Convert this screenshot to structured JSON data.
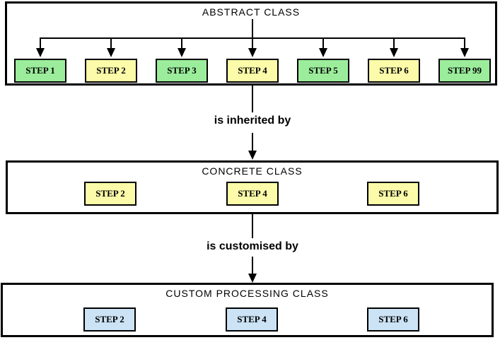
{
  "diagram": {
    "sections": {
      "abstract": {
        "title": "ABSTRACT CLASS",
        "steps": [
          {
            "label": "STEP 1",
            "color": "#9BED9B"
          },
          {
            "label": "STEP 2",
            "color": "#FBFBA9"
          },
          {
            "label": "STEP 3",
            "color": "#9BED9B"
          },
          {
            "label": "STEP 4",
            "color": "#FBFBA9"
          },
          {
            "label": "STEP 5",
            "color": "#9BED9B"
          },
          {
            "label": "STEP 6",
            "color": "#FBFBA9"
          },
          {
            "label": "STEP 99",
            "color": "#9BED9B"
          }
        ]
      },
      "concrete": {
        "title": "CONCRETE CLASS",
        "steps": [
          {
            "label": "STEP 2",
            "color": "#FBFBA9"
          },
          {
            "label": "STEP 4",
            "color": "#FBFBA9"
          },
          {
            "label": "STEP 6",
            "color": "#FBFBA9"
          }
        ]
      },
      "custom": {
        "title": "CUSTOM PROCESSING CLASS",
        "steps": [
          {
            "label": "STEP 2",
            "color": "#CBE3F5"
          },
          {
            "label": "STEP 4",
            "color": "#CBE3F5"
          },
          {
            "label": "STEP 6",
            "color": "#CBE3F5"
          }
        ]
      }
    },
    "connectors": [
      {
        "label": "is inherited by"
      },
      {
        "label": "is customised by"
      }
    ],
    "palette": {
      "green": "#9BED9B",
      "yellow": "#FBFBA9",
      "blue": "#CBE3F5",
      "line": "#000000",
      "background": "#FFFFFF"
    }
  }
}
